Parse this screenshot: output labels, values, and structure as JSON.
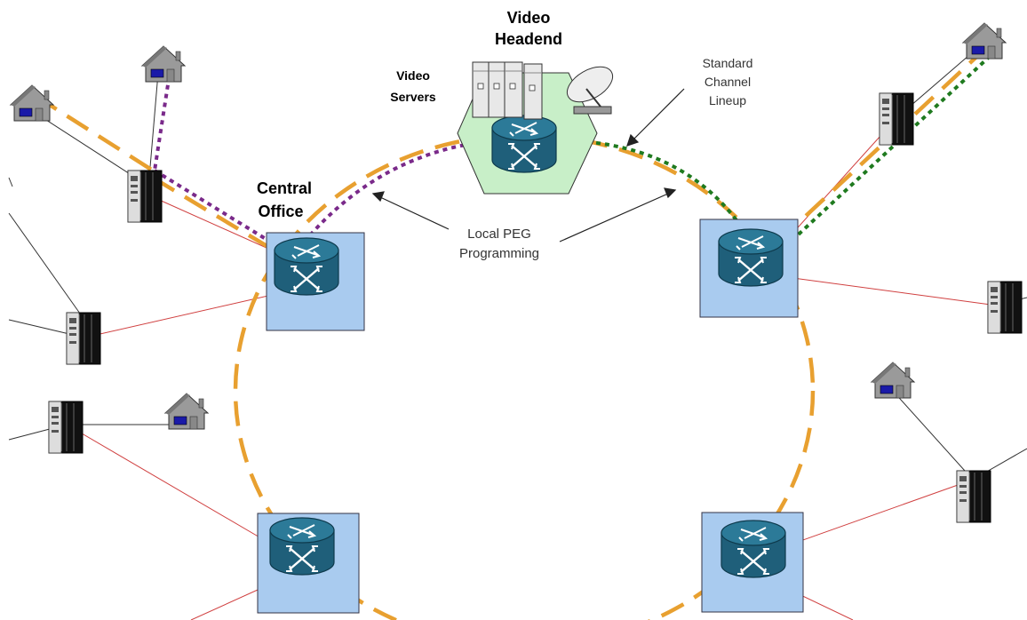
{
  "labels": {
    "video_headend_line1": "Video",
    "video_headend_line2": "Headend",
    "video_servers_line1": "Video",
    "video_servers_line2": "Servers",
    "central_office_line1": "Central",
    "central_office_line2": "Office",
    "standard_lineup_line1": "Standard",
    "standard_lineup_line2": "Channel",
    "standard_lineup_line3": "Lineup",
    "local_peg_line1": "Local PEG",
    "local_peg_line2": "Programming"
  },
  "colors": {
    "ring": "#e8a030",
    "local_peg_path": "#7a2a8a",
    "standard_lineup_path": "#1f7a1f",
    "access_link": "#d04040",
    "customer_link": "#333333",
    "office_box": "#a9cbef",
    "headend_hex": "#c8efc8",
    "router": "#1f5f7a"
  },
  "icons": {
    "router": "router-icon",
    "house": "house-icon",
    "dslam": "dslam-rack-icon",
    "server": "video-server-icon",
    "satellite": "satellite-dish-icon"
  }
}
